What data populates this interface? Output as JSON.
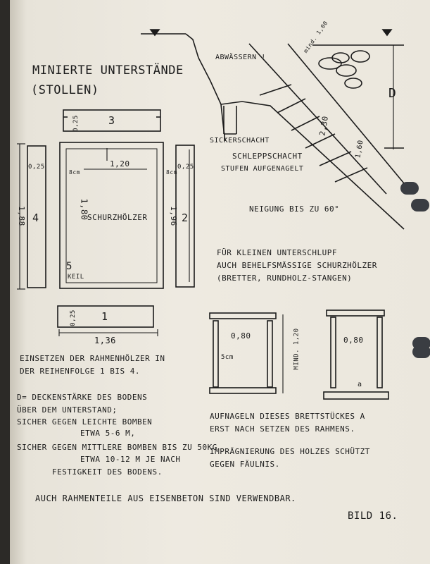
{
  "title": {
    "line1": "MINIERTE UNTERSTÄNDE",
    "line2": "(STOLLEN)"
  },
  "drawing": {
    "plank3_number": "3",
    "plank3_thickness": "0,25",
    "plank4_number": "4",
    "plank4_thickness": "0,25",
    "plank4_length": "1,88",
    "gap_left": "8cm",
    "frame_width": "1,20",
    "gap_right": "8cm",
    "plank2_thickness": "0,25",
    "frame_height": "1,80",
    "frame_caption": "SCHURZHÖLZER",
    "plank2_length": "1,96",
    "plank2_number": "2",
    "wedge_number": "5",
    "wedge_label": "KEIL",
    "plank1_number": "1",
    "plank1_thickness": "0,25",
    "plank1_length": "1,36",
    "drainage": "ABWÄSSERN !",
    "min_depth": "mind. 1,00",
    "d_label": "D",
    "seepage_shaft": "SICKERSCHACHT",
    "drag_shaft": "SCHLEPPSCHACHT",
    "steps": "STUFEN AUFGENAGELT",
    "shaft_length1": "2,30",
    "shaft_length2": "1,60",
    "incline": "NEIGUNG BIS ZU 60°"
  },
  "small": {
    "note1": "FÜR KLEINEN UNTERSCHLUPF",
    "note2": "AUCH BEHELFSMÄSSIGE SCHURZHÖLZER",
    "note3": "(BRETTER, RUNDHOLZ-STANGEN)",
    "frame1_width": "0,80",
    "frame1_thickness": "5cm",
    "frame1_height": "mind. 1,20",
    "frame2_width": "0,80",
    "frame2_marker": "a",
    "nail1": "AUFNAGELN DIESES BRETTSTÜCKES a",
    "nail2": "ERST NACH SETZEN DES RAHMENS.",
    "impreg1": "IMPRÄGNIERUNG DES HOLZES SCHÜTZT",
    "impreg2": "GEGEN FÄULNIS."
  },
  "notes": {
    "order1": "EINSETZEN DER RAHMENHÖLZER IN",
    "order2": "DER REIHENFOLGE 1 BIS 4.",
    "depth1": "D= DECKENSTÄRKE DES BODENS",
    "depth2": "ÜBER DEM UNTERSTAND;",
    "depth3": "SICHER GEGEN LEICHTE BOMBEN",
    "depth4": "ETWA 5-6 m,",
    "depth5": "SICHER GEGEN MITTLERE BOMBEN BIS ZU 50kg",
    "depth6": "ETWA 10-12 m JE NACH",
    "depth7": "FESTIGKEIT DES BODENS.",
    "footer": "AUCH RAHMENTEILE AUS EISENBETON SIND VERWENDBAR."
  },
  "figure_label": "BILD 16."
}
